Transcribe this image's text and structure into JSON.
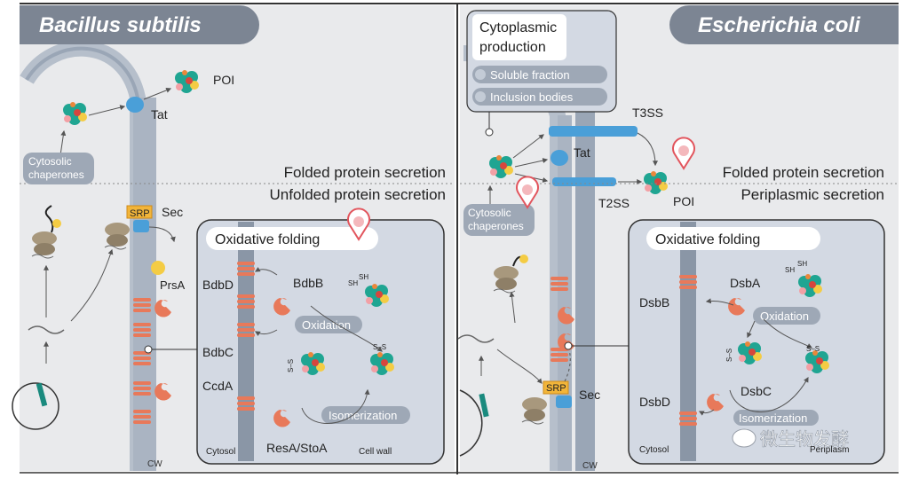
{
  "left": {
    "title": "Bacillus subtilis",
    "labels": {
      "poi": "POI",
      "tat": "Tat",
      "cytosolic_chaperones": "Cytosolic\nchaperones",
      "srp": "SRP",
      "sec": "Sec",
      "prsa": "PrsA",
      "folded_secretion": "Folded protein secretion",
      "unfolded_secretion": "Unfolded protein secretion",
      "cw": "CW"
    },
    "oxidative": {
      "title": "Oxidative folding",
      "bdbd": "BdbD",
      "bdbb": "BdbB",
      "bdbc": "BdbC",
      "ccda": "CcdA",
      "oxidation": "Oxidation",
      "isomerization": "Isomerization",
      "resa": "ResA/StoA",
      "cytosol": "Cytosol",
      "cell_wall": "Cell wall",
      "sh": "SH",
      "ss": "S–S"
    }
  },
  "right": {
    "title": "Escherichia coli",
    "production": {
      "title": "Cytoplasmic\nproduction",
      "soluble": "Soluble fraction",
      "inclusion": "Inclusion bodies"
    },
    "labels": {
      "t3ss": "T3SS",
      "tat": "Tat",
      "t2ss": "T2SS",
      "poi": "POI",
      "folded_secretion": "Folded protein secretion",
      "periplasmic_secretion": "Periplasmic secretion",
      "cytosolic_chaperones": "Cytosolic\nchaperones",
      "srp": "SRP",
      "sec": "Sec",
      "cw": "CW"
    },
    "oxidative": {
      "title": "Oxidative folding",
      "dsba": "DsbA",
      "dsbb": "DsbB",
      "dsbc": "DsbC",
      "dsbd": "DsbD",
      "oxidation": "Oxidation",
      "isomerization": "Isomerization",
      "cytosol": "Cytosol",
      "periplasm": "Periplasm",
      "sh": "SH",
      "ss": "S–S"
    }
  },
  "watermark": "微生物发酵",
  "colors": {
    "background": "#e9eaec",
    "membrane": "#9aa6b6",
    "membrane_light": "#c2cbd7",
    "title_pill": "#7c8593",
    "label_pill": "#9ea8b6",
    "transporter": "#4a9fd8",
    "srp": "#f2b53a",
    "dsb_enzyme": "#e8795a",
    "ribosome": "#a8987d",
    "protein_teal": "#1fa592",
    "protein_red": "#d6463e",
    "protein_yellow": "#f4cc44",
    "panel_box": "#d3d9e3",
    "pin": "#e2555d"
  }
}
